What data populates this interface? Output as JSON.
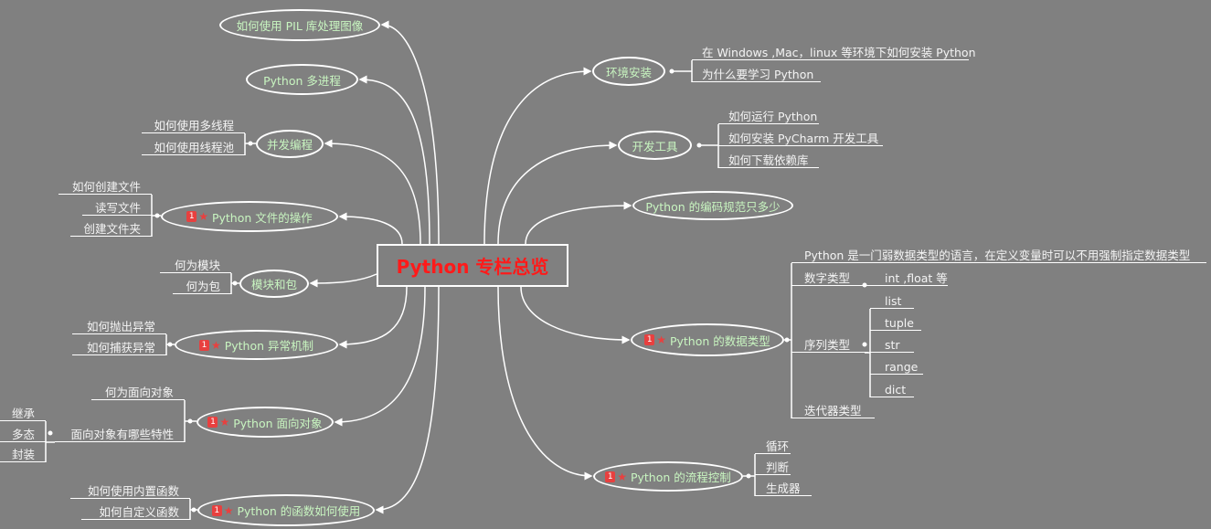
{
  "center": {
    "title": "Python 专栏总览"
  },
  "badge": "1",
  "left": {
    "pil": {
      "label": "如何使用 PIL 库处理图像"
    },
    "multiprocess": {
      "label": "Python 多进程"
    },
    "concurrency": {
      "label": "并发编程",
      "children": [
        "如何使用多线程",
        "如何使用线程池"
      ]
    },
    "file": {
      "label": "Python 文件的操作",
      "children": [
        "如何创建文件",
        "读写文件",
        "创建文件夹"
      ]
    },
    "module": {
      "label": "模块和包",
      "children": [
        "何为模块",
        "何为包"
      ]
    },
    "exception": {
      "label": "Python 异常机制",
      "children": [
        "如何抛出异常",
        "如何捕获异常"
      ]
    },
    "oop": {
      "label": "Python 面向对象",
      "children": [
        "何为面向对象",
        "面向对象有哪些特性"
      ],
      "features": [
        "继承",
        "多态",
        "封装"
      ]
    },
    "function": {
      "label": "Python 的函数如何使用",
      "children": [
        "如何使用内置函数",
        "如何自定义函数"
      ]
    }
  },
  "right": {
    "env": {
      "label": "环境安装",
      "children": [
        "在 Windows ,Mac，linux 等环境下如何安装 Python",
        "为什么要学习 Python"
      ]
    },
    "tools": {
      "label": "开发工具",
      "children": [
        "如何运行 Python",
        "如何安装 PyCharm 开发工具",
        "如何下载依赖库"
      ]
    },
    "style": {
      "label": "Python 的编码规范只多少"
    },
    "types": {
      "label": "Python 的数据类型",
      "intro": "Python 是一门弱数据类型的语言，在定义变量时可以不用强制指定数据类型",
      "numeric": "数字类型",
      "numeric_detail": "int ,float 等",
      "sequence": "序列类型",
      "sequence_items": [
        "list",
        "tuple",
        "str",
        "range",
        "dict"
      ],
      "iterator": "迭代器类型"
    },
    "flow": {
      "label": "Python 的流程控制",
      "children": [
        "循环",
        "判断",
        "生成器"
      ]
    }
  },
  "colors": {
    "background": "#808080",
    "title": "#ff1a1a",
    "node_text": "#c8f5c0",
    "badge": "#e8403f"
  }
}
